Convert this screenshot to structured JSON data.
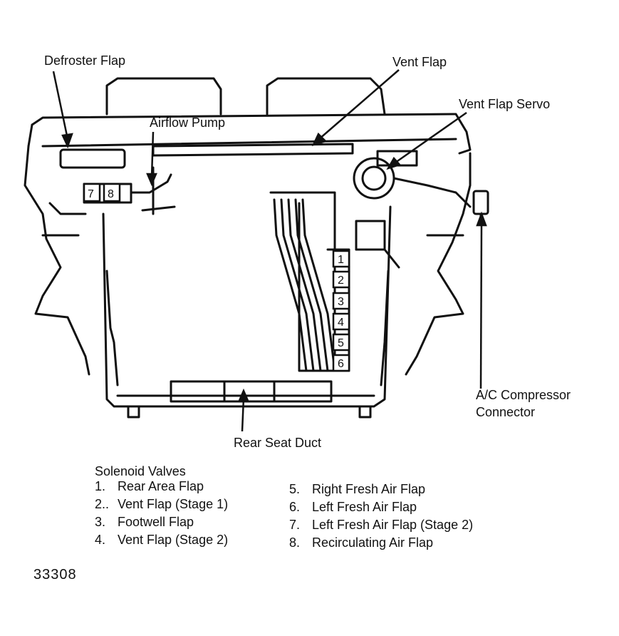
{
  "labels": {
    "defroster_flap": "Defroster Flap",
    "vent_flap": "Vent Flap",
    "vent_flap_servo": "Vent Flap Servo",
    "airflow_pump": "Airflow Pump",
    "ac_compressor_line1": "A/C Compressor",
    "ac_compressor_line2": "Connector",
    "rear_seat_duct": "Rear Seat Duct"
  },
  "valve_numbers": [
    "1",
    "2",
    "3",
    "4",
    "5",
    "6",
    "7",
    "8"
  ],
  "legend": {
    "title": "Solenoid Valves",
    "left": [
      {
        "num": "1.",
        "text": "Rear Area Flap"
      },
      {
        "num": "2..",
        "text": "Vent Flap (Stage 1)"
      },
      {
        "num": "3.",
        "text": "Footwell Flap"
      },
      {
        "num": "4.",
        "text": "Vent Flap (Stage 2)"
      }
    ],
    "right": [
      {
        "num": "5.",
        "text": "Right Fresh Air Flap"
      },
      {
        "num": "6.",
        "text": "Left Fresh Air Flap"
      },
      {
        "num": "7.",
        "text": "Left Fresh Air Flap (Stage 2)"
      },
      {
        "num": "8.",
        "text": "Recirculating Air Flap"
      }
    ]
  },
  "figure_id": "33308"
}
